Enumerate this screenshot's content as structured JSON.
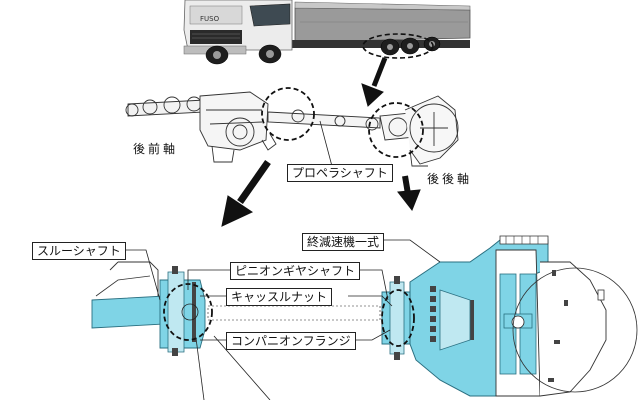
{
  "labels": {
    "rear_front_axle": "後前軸",
    "propeller_shaft": "プロペラシャフト",
    "rear_rear_axle": "後後軸",
    "through_shaft": "スルーシャフト",
    "final_reduction_assembly": "終減速機一式",
    "pinion_gear_shaft": "ピニオンギヤシャフト",
    "castle_nut": "キャッスルナット",
    "companion_flange": "コンパニオンフランジ"
  },
  "truck": {
    "brand": "FUSO"
  },
  "colors": {
    "highlight": "#7fd4e6",
    "line": "#222222",
    "arrow": "#111111",
    "truck_body": "#e8e8e8",
    "cargo_bed": "#9a9a9a"
  }
}
